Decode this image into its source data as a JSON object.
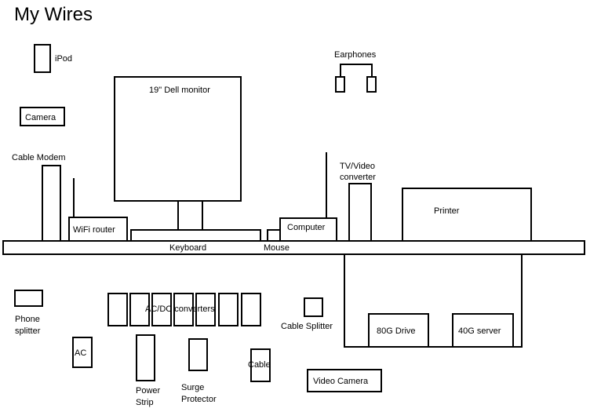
{
  "title": "My Wires",
  "labels": {
    "ipod": "iPod",
    "camera": "Camera",
    "cable_modem": "Cable Modem",
    "monitor": "19\" Dell monitor",
    "earphones": "Earphones",
    "tv_video_line1": "TV/Video",
    "tv_video_line2": "converter",
    "printer": "Printer",
    "wifi_router": "WiFi router",
    "computer": "Computer",
    "keyboard": "Keyboard",
    "mouse": "Mouse",
    "phone_splitter_line1": "Phone",
    "phone_splitter_line2": "splitter",
    "ac_dc": "AC/DC converters",
    "cable_splitter": "Cable Splitter",
    "drive_80g": "80G Drive",
    "server_40g": "40G server",
    "ac": "AC",
    "power_strip_line1": "Power",
    "power_strip_line2": "Strip",
    "surge_line1": "Surge",
    "surge_line2": "Protector",
    "cable": "Cable",
    "video_camera": "Video Camera"
  }
}
